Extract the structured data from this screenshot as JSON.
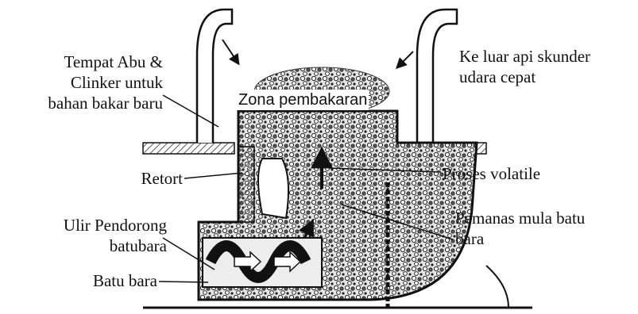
{
  "labels": {
    "ash_clinker": [
      "Tempat Abu &",
      "Clinker untuk",
      "bahan bakar baru"
    ],
    "combustion_zone": "Zona pembakaran",
    "secondary_air": [
      "Ke luar api skunder",
      "udara cepat"
    ],
    "retort": "Retort",
    "volatile": "Proses volatile",
    "preheating": [
      "Pemanas mula batu",
      "bara"
    ],
    "screw_feeder": [
      "Ulir Pendorong",
      "batubara"
    ],
    "coal": "Batu bara"
  },
  "colors": {
    "ink": "#111111",
    "coal_fill": "#dcdcdc",
    "hatch": "#555555"
  }
}
